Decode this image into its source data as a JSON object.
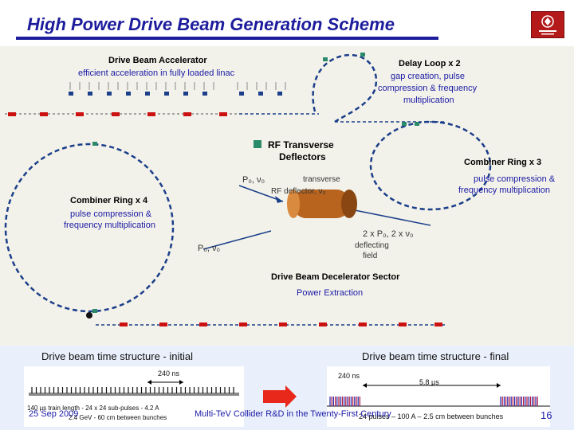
{
  "header": {
    "title": "High Power Drive Beam Generation Scheme"
  },
  "diagram": {
    "accelerator_title": "Drive Beam Accelerator",
    "accelerator_subtitle": "efficient acceleration in fully loaded linac",
    "delay_loop_title": "Delay Loop x 2",
    "delay_loop_desc_1": "gap creation, pulse",
    "delay_loop_desc_2": "compression & frequency",
    "delay_loop_desc_3": "multiplication",
    "rf_deflectors_1": "RF Transverse",
    "rf_deflectors_2": "Deflectors",
    "combiner3_title": "Combiner Ring x 3",
    "combiner3_desc_1": "pulse compression &",
    "combiner3_desc_2": "frequency multiplication",
    "combiner4_title": "Combiner Ring x 4",
    "combiner4_desc_1": "pulse compression &",
    "combiner4_desc_2": "frequency multiplication",
    "inset_p0v0_top": "P₀, ν₀",
    "inset_transverse_1": "transverse",
    "inset_transverse_2": "RF deflector, ν₀",
    "inset_2xp0": "2 x P₀, 2 x ν₀",
    "inset_deflecting_1": "deflecting",
    "inset_deflecting_2": "field",
    "inset_p0v0_bottom": "P₀, ν₀",
    "decelerator_title": "Drive Beam Decelerator Sector",
    "power_extraction": "Power Extraction"
  },
  "time_structure": {
    "initial_title": "Drive beam time structure - initial",
    "final_title": "Drive beam time structure - final",
    "initial_bracket": "240 ns",
    "final_bracket_1": "240 ns",
    "final_bracket_2": "5.8 µs",
    "initial_desc_1": "140 µs train length - 24 x 24 sub-pulses - 4.2 A",
    "initial_desc_2": "2.4 GeV - 60 cm between bunches",
    "final_desc": "24 pulses – 100 A – 2.5 cm between bunches"
  },
  "footer": {
    "date": "25 Sep 2009",
    "talk": "Multi-TeV Collider R&D in the Twenty-First Century",
    "page": "16"
  },
  "colors": {
    "title_blue": "#1c1c9c",
    "ring_blue": "#1b3f8a",
    "red_magnet": "#cc1111",
    "green_magnet": "#2a8a6a",
    "arrow_red": "#e8281b",
    "bunch_blue": "#2222aa",
    "bunch_red": "#b0143c"
  },
  "icons": {
    "logo": "university-seal",
    "arrow": "right-arrow-icon"
  }
}
